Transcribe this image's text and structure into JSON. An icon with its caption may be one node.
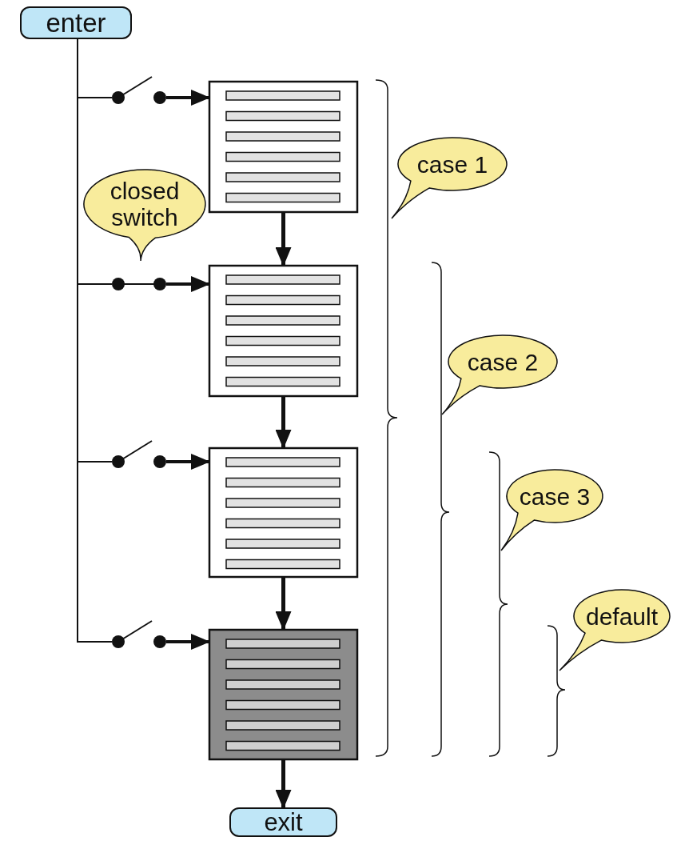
{
  "diagram": {
    "nodes": [
      {
        "text": [
          "enter"
        ]
      },
      {
        "text": [],
        "shape": "switch"
      },
      {
        "text": [],
        "shape": "switch"
      },
      {
        "text": [],
        "shape": "switch"
      },
      {
        "text": [],
        "shape": "switch"
      },
      {
        "text": [],
        "shape": "box"
      },
      {
        "text": [],
        "shape": "box"
      },
      {
        "text": [],
        "shape": "box"
      },
      {
        "text": [],
        "shape": "box"
      },
      {
        "text": [
          "exit"
        ]
      },
      {
        "text": [
          "closed switch"
        ]
      },
      {
        "text": [
          "case 1"
        ]
      },
      {
        "text": [
          "case 2"
        ]
      },
      {
        "text": [
          "case 3"
        ]
      },
      {
        "text": [
          "default"
        ]
      }
    ],
    "edges": [
      {
        "from": 0,
        "to": 1,
        "arrow": "none"
      },
      {
        "from": 0,
        "to": 2,
        "arrow": "none"
      },
      {
        "from": 0,
        "to": 3,
        "arrow": "none"
      },
      {
        "from": 0,
        "to": 4,
        "arrow": "none"
      },
      {
        "from": 1,
        "to": 5,
        "arrow": "to"
      },
      {
        "from": 2,
        "to": 6,
        "arrow": "to"
      },
      {
        "from": 3,
        "to": 7,
        "arrow": "to"
      },
      {
        "from": 4,
        "to": 8,
        "arrow": "to"
      },
      {
        "from": 5,
        "to": 6,
        "arrow": "to"
      },
      {
        "from": 6,
        "to": 7,
        "arrow": "to"
      },
      {
        "from": 7,
        "to": 8,
        "arrow": "to"
      },
      {
        "from": 8,
        "to": 9,
        "arrow": "to"
      }
    ]
  }
}
